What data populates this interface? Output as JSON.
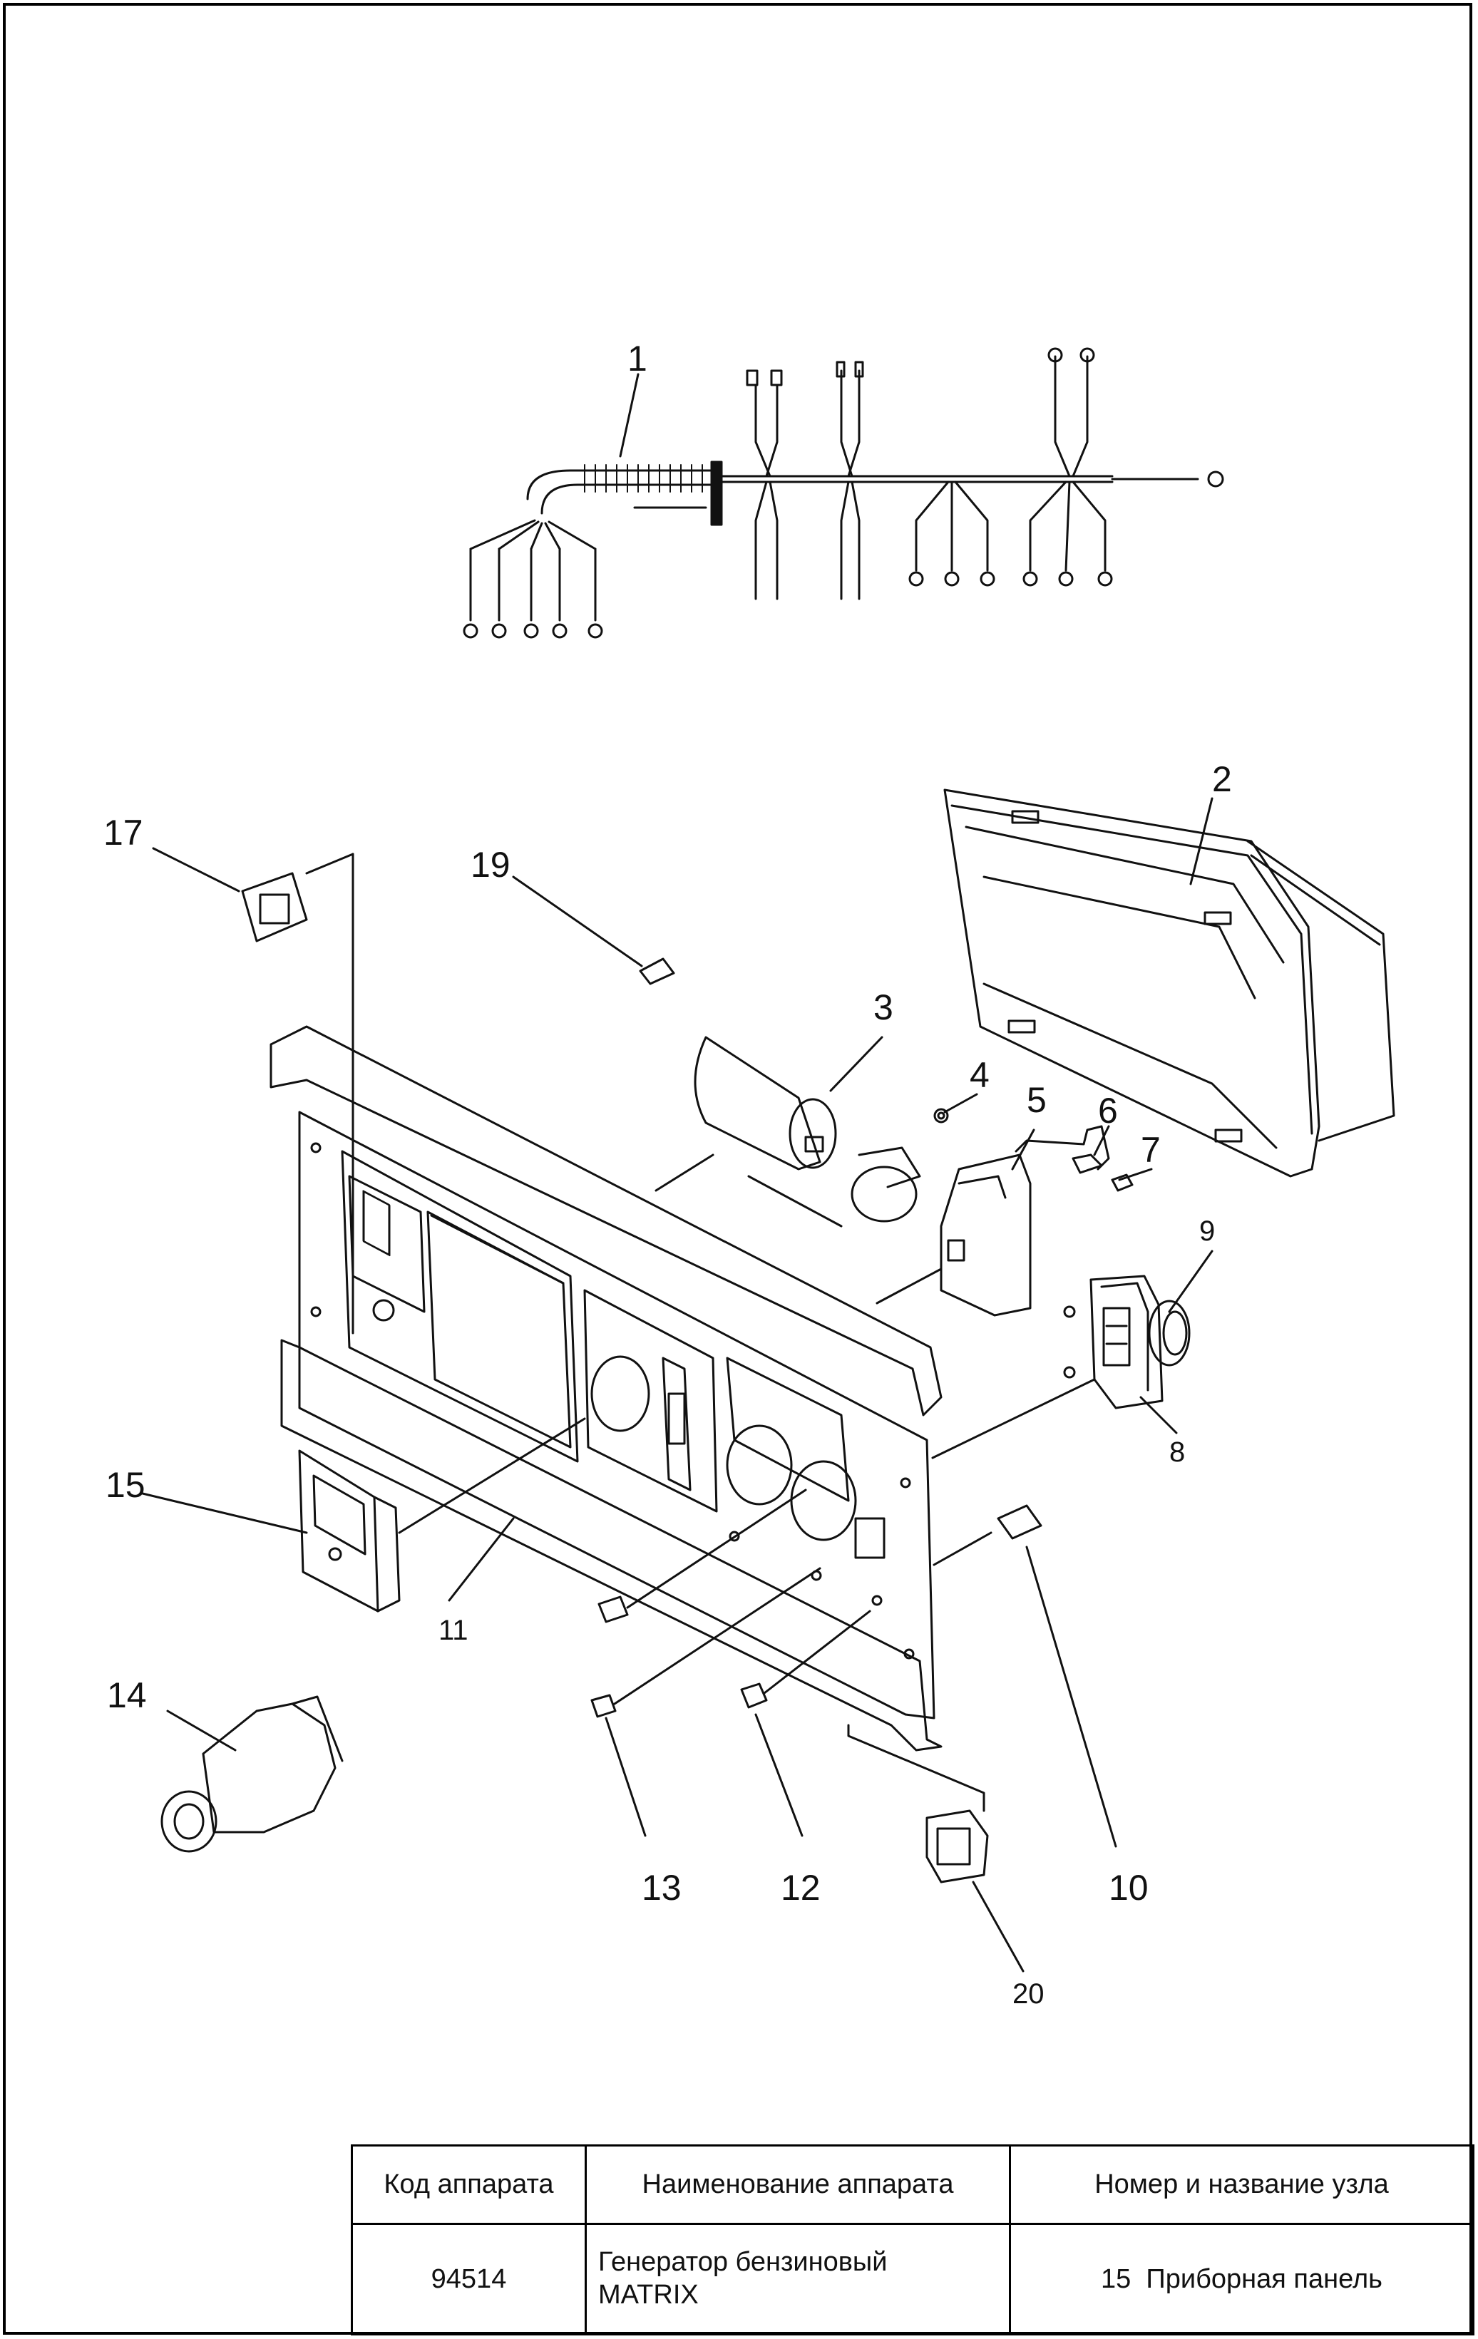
{
  "callouts": {
    "c1": "1",
    "c2": "2",
    "c3": "3",
    "c4": "4",
    "c5": "5",
    "c6": "6",
    "c7": "7",
    "c8": "8",
    "c9": "9",
    "c10": "10",
    "c11": "11",
    "c12": "12",
    "c13": "13",
    "c14": "14",
    "c15": "15",
    "c17": "17",
    "c19": "19",
    "c20": "20"
  },
  "title_block": {
    "headers": {
      "code": "Код аппарата",
      "name": "Наименование аппарата",
      "unit": "Номер и название узла"
    },
    "values": {
      "code": "94514",
      "name_line1": "Генератор бензиновый",
      "name_line2": "MATRIX",
      "unit": "15  Приборная панель"
    }
  }
}
